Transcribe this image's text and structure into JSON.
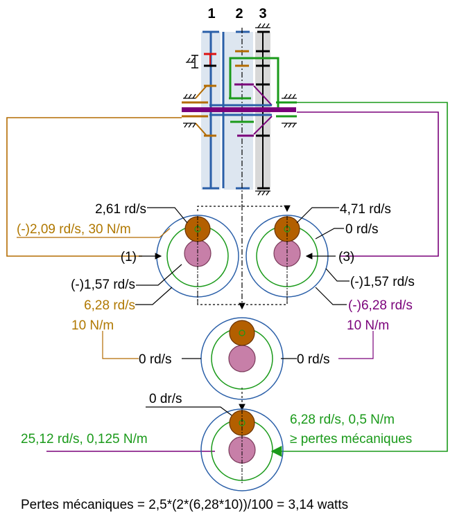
{
  "header": {
    "col1": "1",
    "col2": "2",
    "col3": "3"
  },
  "colors": {
    "orange": "#b36b00",
    "purple": "#7a007a",
    "green": "#1a9a1a",
    "blue": "#2a5fa8",
    "text_orange": "#b07800",
    "pink": "#c77fa8",
    "brown": "#b35f00"
  },
  "left": {
    "speed_top": "2,61 rd/s",
    "speed_torque": "(-)2,09 rd/s, 30 N/m",
    "input_marker": "(1)",
    "speed_mid": "(-)1,57 rd/s",
    "speed_out": "6,28 rd/s",
    "torque_out": "10 N/m"
  },
  "right": {
    "speed_top": "4,71 rd/s",
    "speed_ring": "0 rd/s",
    "input_marker": "(3)",
    "speed_mid": "(-)1,57 rd/s",
    "speed_out": "(-)6,28 rd/s",
    "torque_out": "10 N/m"
  },
  "middle": {
    "left_zero": "0 rd/s",
    "right_zero": "0 rd/s"
  },
  "bottom": {
    "top_speed": "0 dr/s",
    "left_label": "25,12 rd/s, 0,125 N/m",
    "right_label1": "6,28 rd/s, 0,5 N/m",
    "right_label2": "≥ pertes mécaniques"
  },
  "footer": "Pertes mécaniques = 2,5*(2*(6,28*10))/100 = 3,14 watts"
}
